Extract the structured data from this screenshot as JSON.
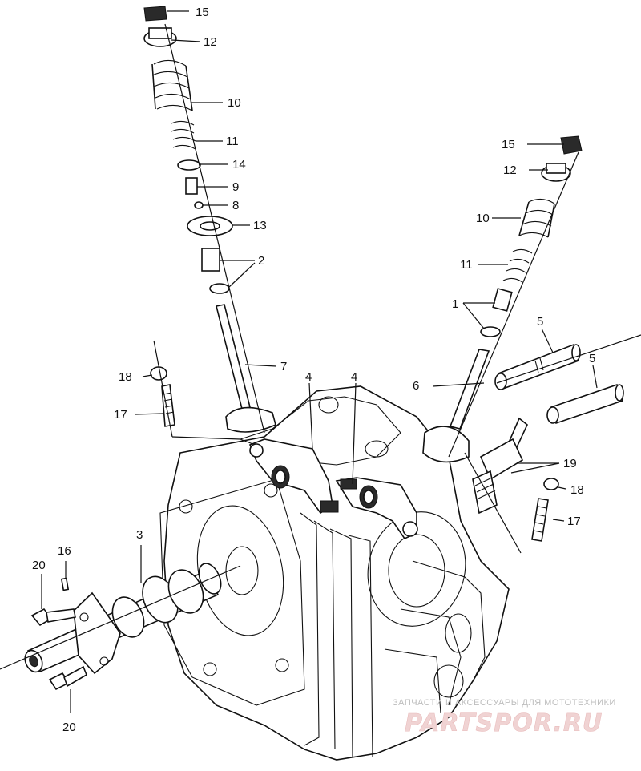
{
  "callouts": {
    "c1": "1",
    "c2": "2",
    "c3": "3",
    "c4a": "4",
    "c4b": "4",
    "c5a": "5",
    "c5b": "5",
    "c6": "6",
    "c7": "7",
    "c8": "8",
    "c9": "9",
    "c10a": "10",
    "c10b": "10",
    "c11a": "11",
    "c11b": "11",
    "c12a": "12",
    "c12b": "12",
    "c13": "13",
    "c14": "14",
    "c15a": "15",
    "c15b": "15",
    "c16": "16",
    "c17a": "17",
    "c17b": "17",
    "c18a": "18",
    "c18b": "18",
    "c19": "19",
    "c20a": "20",
    "c20b": "20"
  },
  "watermark": {
    "caption": "ЗАПЧАСТИ И АКСЕССУАРЫ ДЛЯ МОТОТЕХНИКИ",
    "logo": "PARTSPOR.RU"
  },
  "colors": {
    "ink": "#111111",
    "watermark": "#e9bcbc"
  }
}
